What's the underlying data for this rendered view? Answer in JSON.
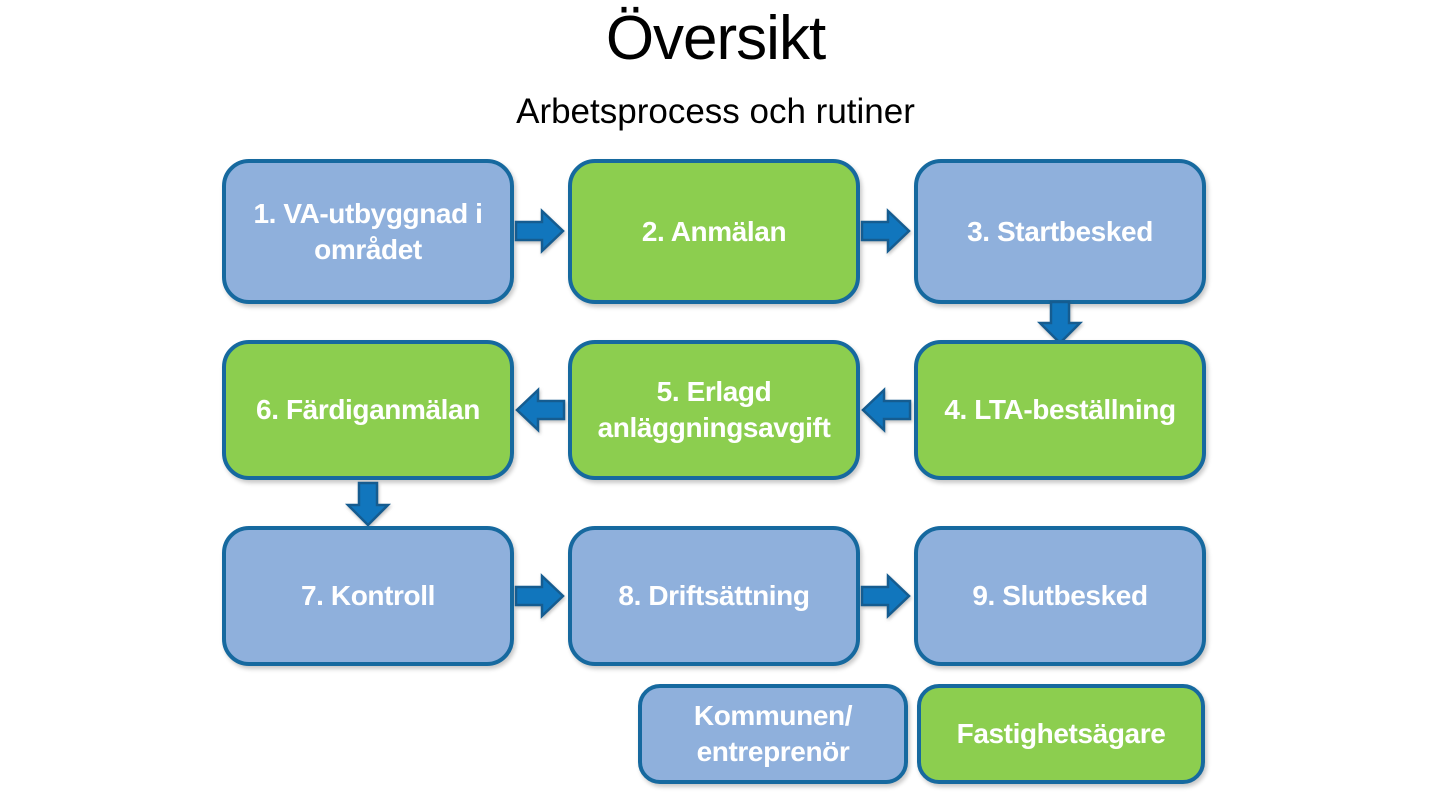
{
  "title": "Översikt",
  "subtitle": "Arbetsprocess och rutiner",
  "steps": [
    {
      "label": "1. VA-utbyggnad i\nområdet",
      "actor": "Kommunen/entreprenör"
    },
    {
      "label": "2. Anmälan",
      "actor": "Fastighetsägare"
    },
    {
      "label": "3. Startbesked",
      "actor": "Kommunen/entreprenör"
    },
    {
      "label": "4. LTA-beställning",
      "actor": "Fastighetsägare"
    },
    {
      "label": "5. Erlagd\nanläggningsavgift",
      "actor": "Fastighetsägare"
    },
    {
      "label": "6. Färdiganmälan",
      "actor": "Fastighetsägare"
    },
    {
      "label": "7. Kontroll",
      "actor": "Kommunen/entreprenör"
    },
    {
      "label": "8. Driftsättning",
      "actor": "Kommunen/entreprenör"
    },
    {
      "label": "9. Slutbesked",
      "actor": "Kommunen/entreprenör"
    }
  ],
  "legend": [
    {
      "label": "Kommunen/\nentreprenör",
      "actor": "Kommunen/entreprenör"
    },
    {
      "label": "Fastighetsägare",
      "actor": "Fastighetsägare"
    }
  ],
  "colors": {
    "kommunen_fill": "#8FB0DC",
    "fastighetsagare_fill": "#8CCE4F",
    "box_border": "#16699F",
    "arrow_fill": "#1176BD",
    "arrow_border": "#155C90",
    "title_color": "#000000",
    "bg": "#FFFFFF"
  }
}
